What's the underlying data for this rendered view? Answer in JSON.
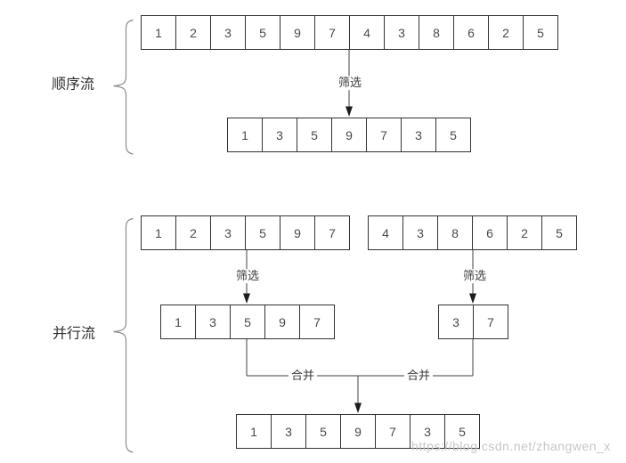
{
  "diagram": {
    "sequential": {
      "label": "顺序流",
      "input_values": [
        1,
        2,
        3,
        5,
        9,
        7,
        4,
        3,
        8,
        6,
        2,
        5
      ],
      "filter_label": "筛选",
      "output_values": [
        1,
        3,
        5,
        9,
        7,
        3,
        5
      ]
    },
    "parallel": {
      "label": "并行流",
      "left_input_values": [
        1,
        2,
        3,
        5,
        9,
        7
      ],
      "right_input_values": [
        4,
        3,
        8,
        6,
        2,
        5
      ],
      "left_filter_label": "筛选",
      "right_filter_label": "筛选",
      "left_filtered_values": [
        1,
        3,
        5,
        9,
        7
      ],
      "right_filtered_values": [
        3,
        7
      ],
      "left_merge_label": "合并",
      "right_merge_label": "合并",
      "output_values": [
        1,
        3,
        5,
        9,
        7,
        3,
        5
      ]
    },
    "watermark": "https://blog.csdn.net/zhangwen_x",
    "colors": {
      "line": "#404040",
      "cell_border": "#333333",
      "cell_text": "#4a4a4a",
      "label_text": "#3c3c3c",
      "brace": "#8c8c8c",
      "watermark": "#c7c7c7",
      "background": "#ffffff"
    }
  }
}
